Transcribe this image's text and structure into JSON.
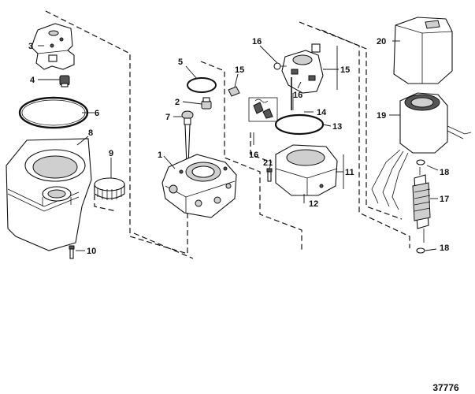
{
  "figure_id": "37776",
  "callouts": {
    "c1": "1",
    "c2": "2",
    "c3": "3",
    "c4": "4",
    "c5": "5",
    "c6": "6",
    "c7": "7",
    "c8": "8",
    "c9": "9",
    "c10": "10",
    "c11": "11",
    "c12": "12",
    "c13": "13",
    "c14": "14",
    "c15": "15",
    "c16a": "16",
    "c16b": "16",
    "c16c": "16",
    "c17": "17",
    "c18a": "18",
    "c18b": "18",
    "c19": "19",
    "c20": "20",
    "c21": "21"
  },
  "parts": [
    "reservoir-cap",
    "vent-plug",
    "o-ring",
    "reservoir",
    "fill-cap",
    "screw",
    "o-ring-small",
    "check-valve",
    "filter",
    "valve-body",
    "brush-holder",
    "seal-ring",
    "brush",
    "brush-spring",
    "motor-frame",
    "o-ring-motor",
    "armature",
    "washer",
    "field-frame",
    "motor-cover",
    "screw-short"
  ]
}
